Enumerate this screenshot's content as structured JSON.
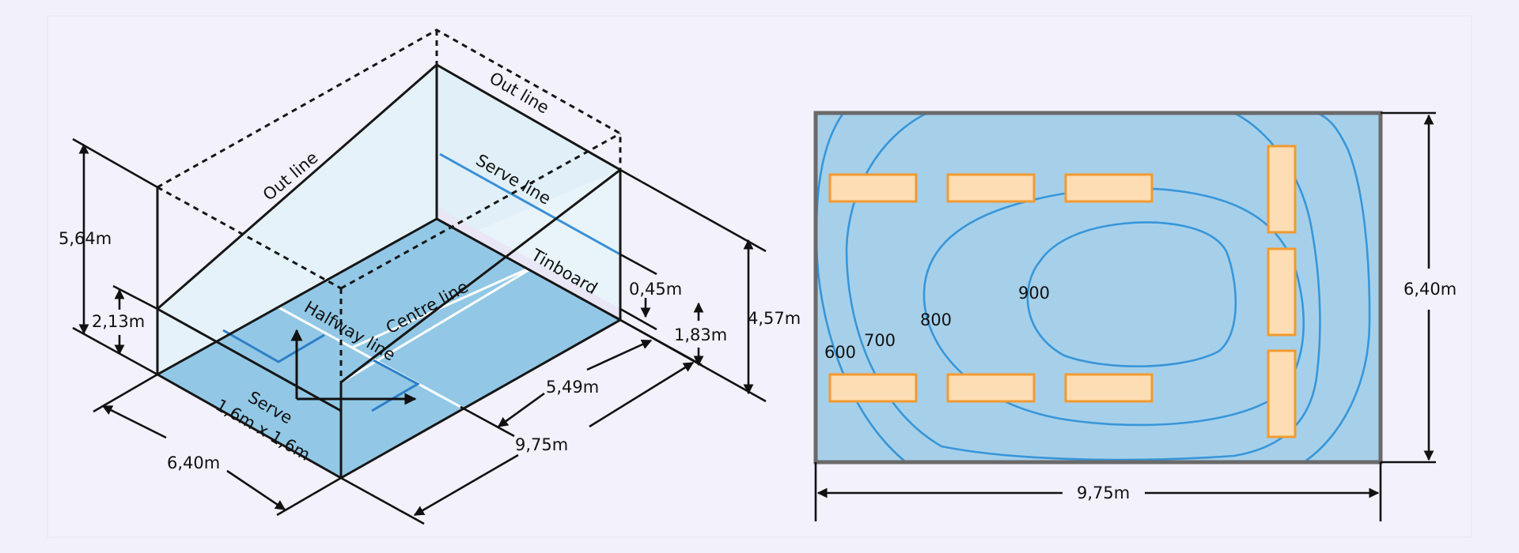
{
  "court": {
    "labels": {
      "out_line_left": "Out line",
      "out_line_right": "Out line",
      "serve_line": "Serve line",
      "tinboard": "Tinboard",
      "centre_line": "Centre line",
      "halfway_line": "Halfway line",
      "serve_box": "Serve",
      "serve_box_size": "1,6m x 1,6m"
    },
    "dimensions": {
      "back_wall_height": "5,64m",
      "side_line_height": "2,13m",
      "front_wall_height": "4,57m",
      "tinboard_height": "0,45m",
      "serve_line_height": "1,83m",
      "width": "6,40m",
      "length": "9,75m",
      "halfway_depth": "5,49m"
    }
  },
  "lighting": {
    "contour_labels": [
      "600",
      "700",
      "800",
      "900"
    ],
    "dimensions": {
      "width": "6,40m",
      "length": "9,75m"
    },
    "colors": {
      "outer": "#a6d0ea",
      "mid": "#c6e2f3",
      "inner": "#dcedf8",
      "core": "#eef6fc",
      "contour": "#3896d8",
      "lamp_fill": "#fdddb3",
      "lamp_stroke": "#f39a30",
      "frame": "#6a6a6a"
    }
  }
}
